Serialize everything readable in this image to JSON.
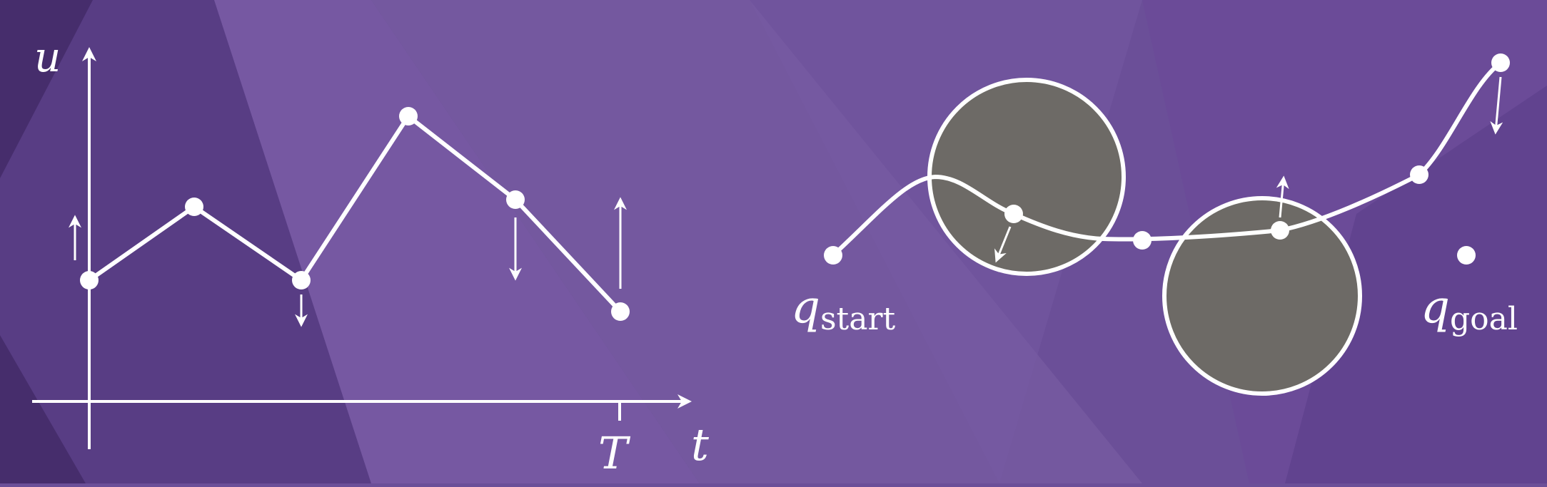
{
  "colors": {
    "background": "#6b4f98",
    "foreground": "#ffffff",
    "obstacle": "#6d6a66"
  },
  "left_panel": {
    "y_axis_label": "u",
    "x_axis_label": "t",
    "end_tick_label": "T",
    "arrows": [
      "up",
      "down",
      "down",
      "up"
    ]
  },
  "right_panel": {
    "start_symbol": "q",
    "start_subscript": "start",
    "goal_symbol": "q",
    "goal_subscript": "goal",
    "obstacle_count": 2,
    "arrows": [
      "down",
      "up",
      "down"
    ]
  }
}
